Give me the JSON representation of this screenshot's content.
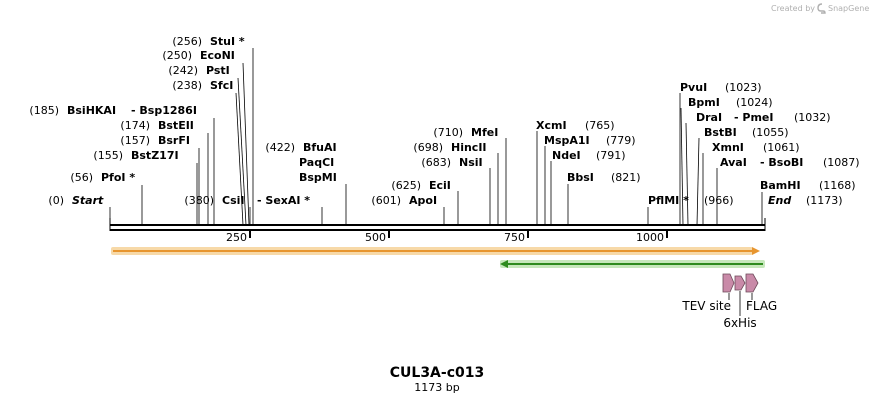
{
  "header": {
    "credit": "Created by",
    "brand": "SnapGene"
  },
  "map": {
    "name": "CUL3A-c013",
    "length_label": "1173 bp",
    "total_bp": 1173,
    "ruler_ticks": [
      {
        "bp": 250,
        "label": "250"
      },
      {
        "bp": 500,
        "label": "500"
      },
      {
        "bp": 750,
        "label": "750"
      },
      {
        "bp": 1000,
        "label": "1000"
      }
    ],
    "sites": [
      {
        "name": "Start",
        "pos_label": "(0)",
        "bp": 0
      },
      {
        "name": "PfoI *",
        "pos_label": "(56)",
        "bp": 56
      },
      {
        "name": "BstZ17I",
        "pos_label": "(155)",
        "bp": 155
      },
      {
        "name": "BsrFI",
        "pos_label": "(157)",
        "bp": 157
      },
      {
        "name": "BstEII",
        "pos_label": "(174)",
        "bp": 174
      },
      {
        "name": "BsiHKAI",
        "pos_label": "(185)",
        "bp": 185
      },
      {
        "name": "- Bsp1286I",
        "pos_label": "",
        "bp": 185
      },
      {
        "name": "SfcI",
        "pos_label": "(238)",
        "bp": 238
      },
      {
        "name": "PstI",
        "pos_label": "(242)",
        "bp": 242
      },
      {
        "name": "EcoNI",
        "pos_label": "(250)",
        "bp": 250
      },
      {
        "name": "StuI *",
        "pos_label": "(256)",
        "bp": 256
      },
      {
        "name": "CsiI",
        "pos_label": "(380)",
        "bp": 380
      },
      {
        "name": "- SexAI *",
        "pos_label": "",
        "bp": 380
      },
      {
        "name": "BspMI",
        "pos_label": "",
        "bp": 422
      },
      {
        "name": "PaqCI",
        "pos_label": "",
        "bp": 422
      },
      {
        "name": "BfuAI",
        "pos_label": "(422)",
        "bp": 422
      },
      {
        "name": "ApoI",
        "pos_label": "(601)",
        "bp": 601
      },
      {
        "name": "EciI",
        "pos_label": "(625)",
        "bp": 625
      },
      {
        "name": "NsiI",
        "pos_label": "(683)",
        "bp": 683
      },
      {
        "name": "HincII",
        "pos_label": "(698)",
        "bp": 698
      },
      {
        "name": "MfeI",
        "pos_label": "(710)",
        "bp": 710
      },
      {
        "name": "XcmI",
        "pos_label": "(765)",
        "bp": 765
      },
      {
        "name": "MspA1I",
        "pos_label": "(779)",
        "bp": 779
      },
      {
        "name": "NdeI",
        "pos_label": "(791)",
        "bp": 791
      },
      {
        "name": "BbsI",
        "pos_label": "(821)",
        "bp": 821
      },
      {
        "name": "PflMI *",
        "pos_label": "(966)",
        "bp": 966
      },
      {
        "name": "PvuI",
        "pos_label": "(1023)",
        "bp": 1023
      },
      {
        "name": "BpmI",
        "pos_label": "(1024)",
        "bp": 1024
      },
      {
        "name": "DraI",
        "pos_label": "",
        "bp": 1032
      },
      {
        "name": "- PmeI",
        "pos_label": "(1032)",
        "bp": 1032
      },
      {
        "name": "BstBI",
        "pos_label": "(1055)",
        "bp": 1055
      },
      {
        "name": "XmnI",
        "pos_label": "(1061)",
        "bp": 1061
      },
      {
        "name": "AvaI",
        "pos_label": "",
        "bp": 1087
      },
      {
        "name": "- BsoBI",
        "pos_label": "(1087)",
        "bp": 1087
      },
      {
        "name": "BamHI",
        "pos_label": "(1168)",
        "bp": 1168
      },
      {
        "name": "End",
        "pos_label": "(1173)",
        "bp": 1173
      }
    ],
    "features": [
      {
        "name": "TEV site"
      },
      {
        "name": "6xHis"
      },
      {
        "name": "FLAG"
      }
    ],
    "colors": {
      "orange_arrow": "#f0a848",
      "green_arrow": "#2e8b1e",
      "feature_fill": "#c98aa8",
      "backbone": "#000000"
    }
  }
}
